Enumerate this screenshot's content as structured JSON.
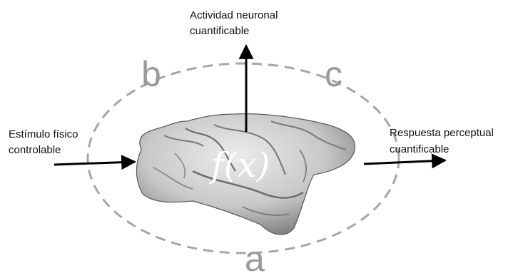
{
  "labels": {
    "top_line1": "Actividad neuronal",
    "top_line2": "cuantificable",
    "left_line1": "Estímulo físico",
    "left_line2": "controlable",
    "right_line1": "Respuesta perceptual",
    "right_line2": "cuantificable",
    "center_function": "f(x)",
    "letter_a": "a",
    "letter_b": "b",
    "letter_c": "c"
  },
  "colors": {
    "ellipse": "#a6a6a6",
    "letters": "#9a9a9a",
    "arrows": "#000000",
    "brain_light": "#e4e4e4",
    "brain_dark": "#6a6a6a",
    "function_text": "#ffffff"
  }
}
